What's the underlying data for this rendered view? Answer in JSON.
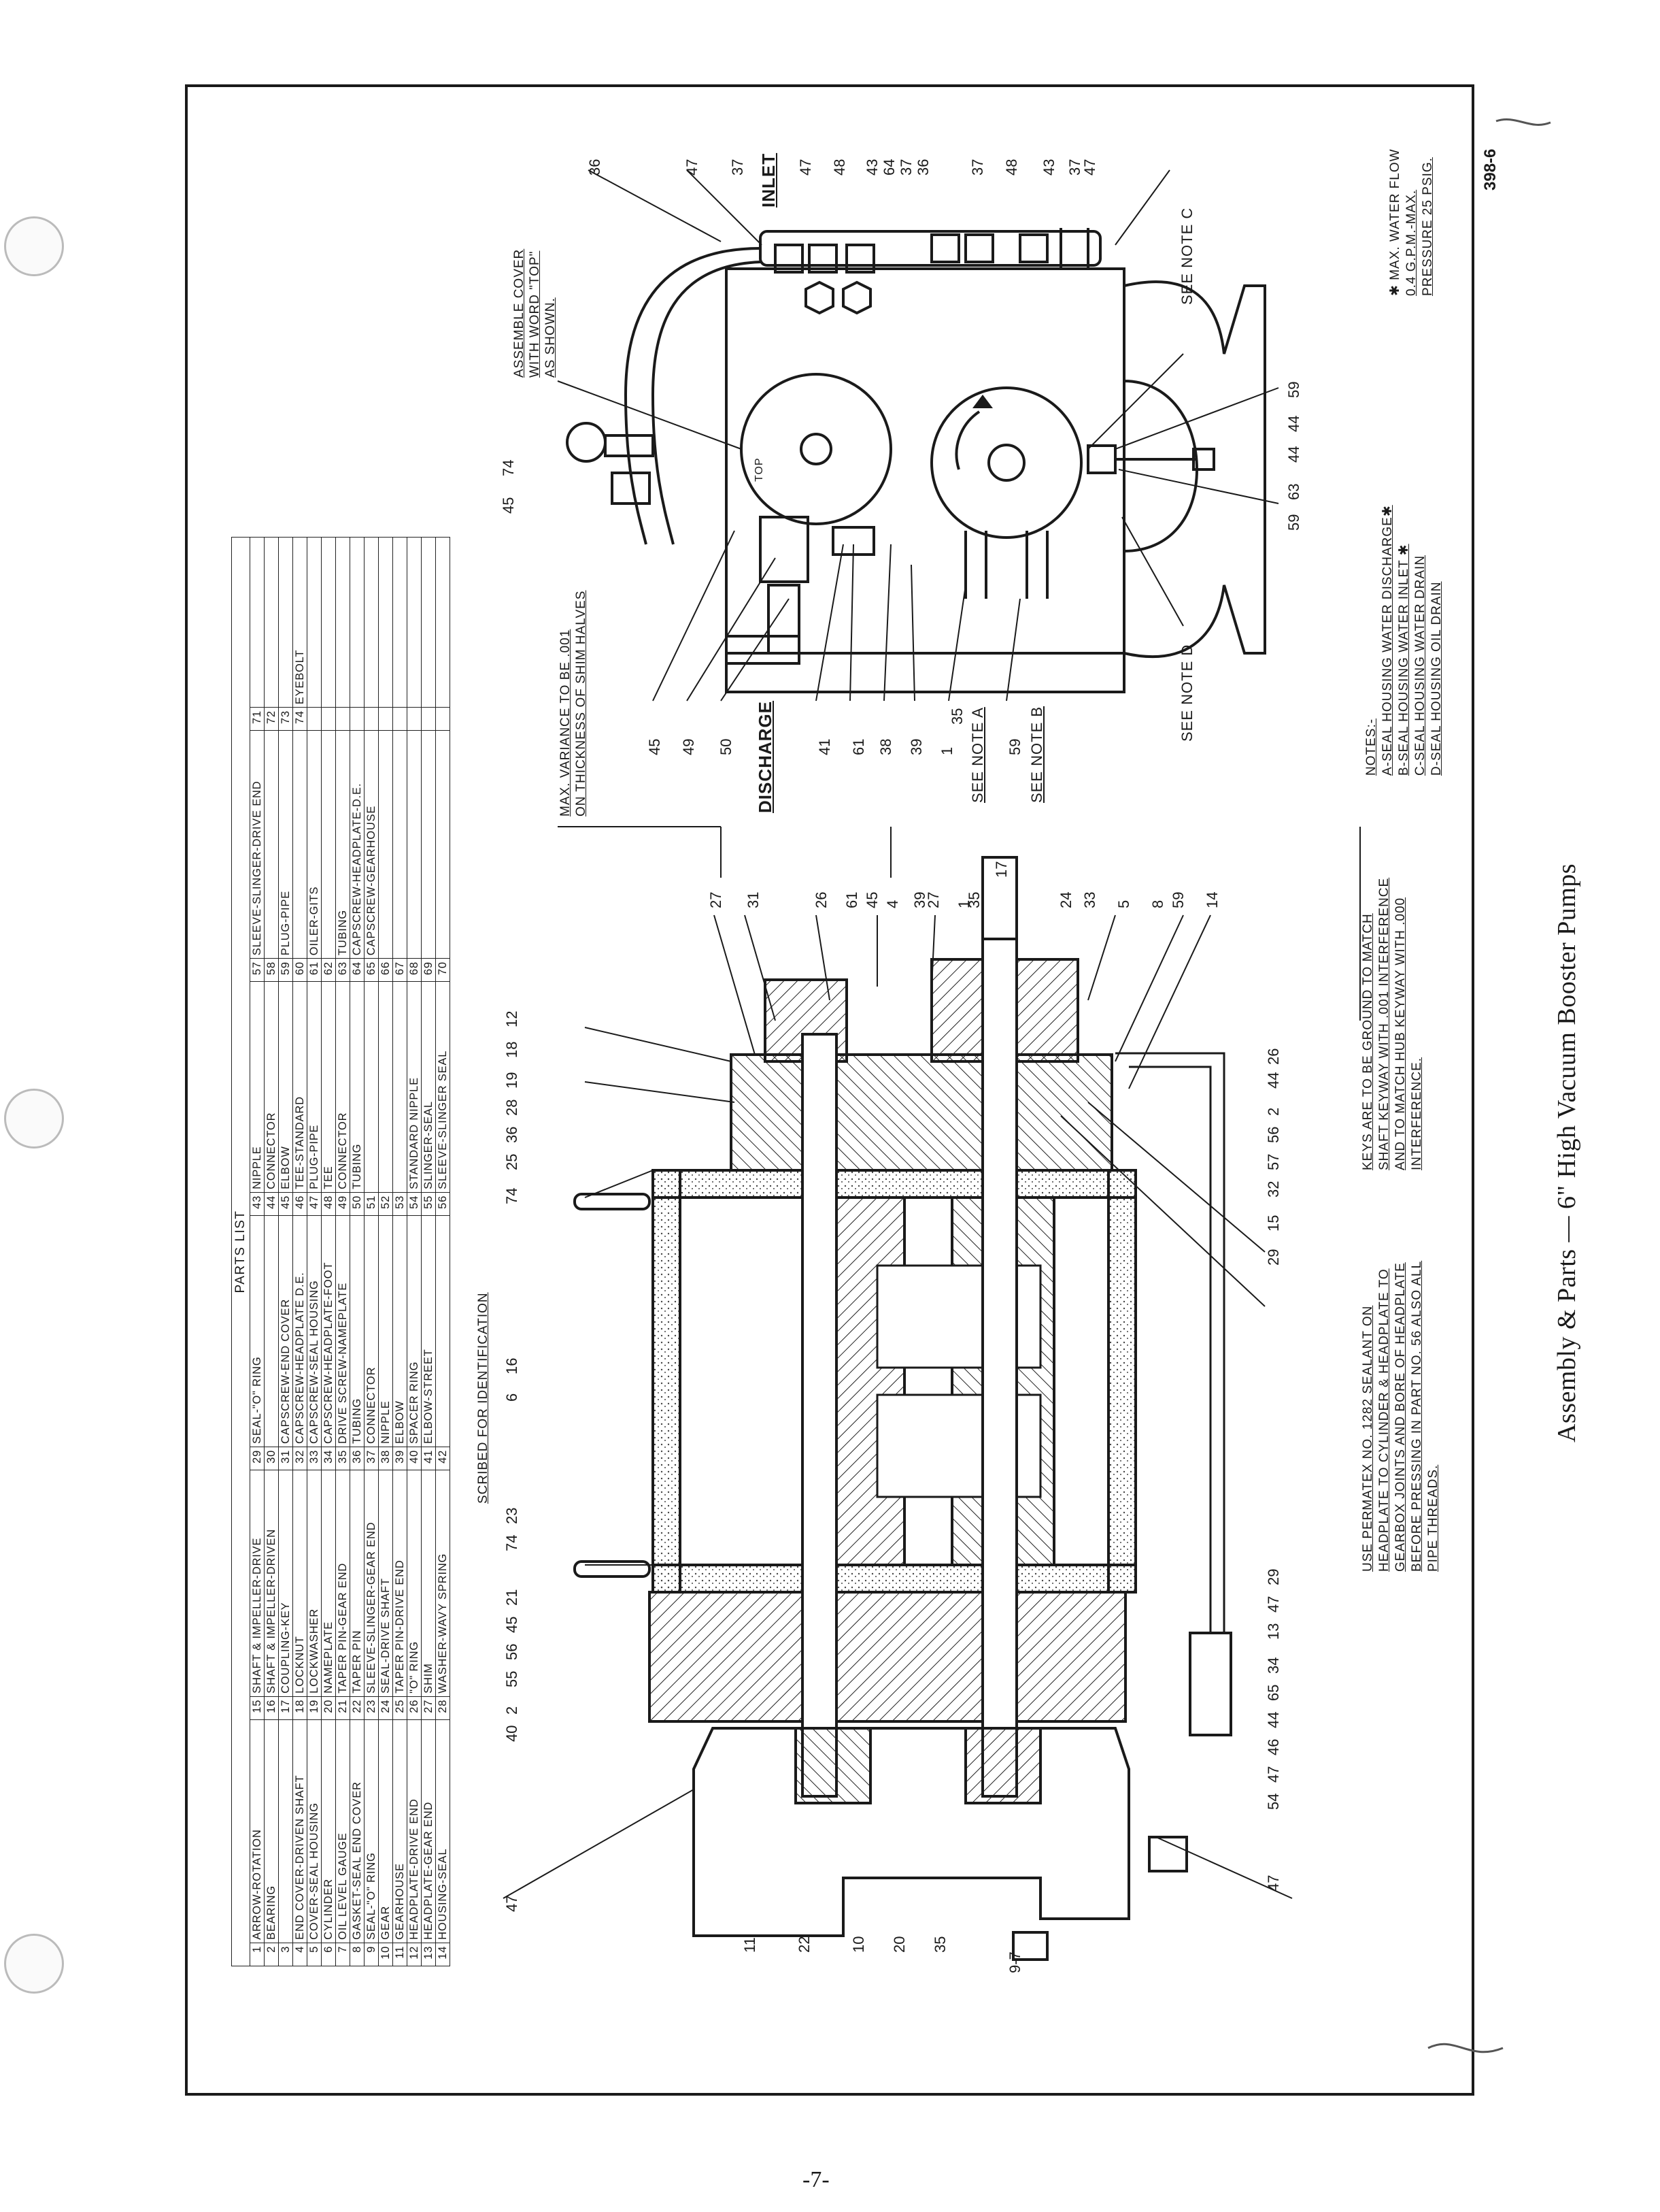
{
  "page_number": "-7-",
  "caption": "Assembly & Parts — 6\" High Vacuum Booster Pumps",
  "drawing_number": "398-6",
  "parts_list": {
    "title": "PARTS LIST",
    "rows": [
      [
        "1",
        "ARROW-ROTATION",
        "15",
        "SHAFT & IMPELLER-DRIVE",
        "29",
        "SEAL-\"O\" RING",
        "43",
        "NIPPLE",
        "57",
        "SLEEVE-SLINGER-DRIVE END",
        "71",
        ""
      ],
      [
        "2",
        "BEARING",
        "16",
        "SHAFT & IMPELLER-DRIVEN",
        "30",
        "",
        "44",
        "CONNECTOR",
        "58",
        "",
        "72",
        ""
      ],
      [
        "3",
        "",
        "17",
        "COUPLING-KEY",
        "31",
        "CAPSCREW-END COVER",
        "45",
        "ELBOW",
        "59",
        "PLUG-PIPE",
        "73",
        ""
      ],
      [
        "4",
        "END COVER-DRIVEN SHAFT",
        "18",
        "LOCKNUT",
        "32",
        "CAPSCREW-HEADPLATE D.E.",
        "46",
        "TEE-STANDARD",
        "60",
        "",
        "74",
        "EYEBOLT"
      ],
      [
        "5",
        "COVER-SEAL HOUSING",
        "19",
        "LOCKWASHER",
        "33",
        "CAPSCREW-SEAL HOUSING",
        "47",
        "PLUG-PIPE",
        "61",
        "OILER-GITS",
        "",
        ""
      ],
      [
        "6",
        "CYLINDER",
        "20",
        "NAMEPLATE",
        "34",
        "CAPSCREW-HEADPLATE-FOOT",
        "48",
        "TEE",
        "62",
        "",
        "",
        ""
      ],
      [
        "7",
        "OIL LEVEL GAUGE",
        "21",
        "TAPER PIN-GEAR END",
        "35",
        "DRIVE SCREW-NAMEPLATE",
        "49",
        "CONNECTOR",
        "63",
        "TUBING",
        "",
        ""
      ],
      [
        "8",
        "GASKET-SEAL END COVER",
        "22",
        "TAPER PIN",
        "36",
        "TUBING",
        "50",
        "TUBING",
        "64",
        "CAPSCREW-HEADPLATE-D.E.",
        "",
        ""
      ],
      [
        "9",
        "SEAL-\"O\" RING",
        "23",
        "SLEEVE-SLINGER-GEAR END",
        "37",
        "CONNECTOR",
        "51",
        "",
        "65",
        "CAPSCREW-GEARHOUSE",
        "",
        ""
      ],
      [
        "10",
        "GEAR",
        "24",
        "SEAL-DRIVE SHAFT",
        "38",
        "NIPPLE",
        "52",
        "",
        "66",
        "",
        "",
        ""
      ],
      [
        "11",
        "GEARHOUSE",
        "25",
        "TAPER PIN-DRIVE END",
        "39",
        "ELBOW",
        "53",
        "",
        "67",
        "",
        "",
        ""
      ],
      [
        "12",
        "HEADPLATE-DRIVE END",
        "26",
        "\"O\" RING",
        "40",
        "SPACER RING",
        "54",
        "STANDARD NIPPLE",
        "68",
        "",
        "",
        ""
      ],
      [
        "13",
        "HEADPLATE-GEAR END",
        "27",
        "SHIM",
        "41",
        "ELBOW-STREET",
        "55",
        "SLINGER-SEAL",
        "69",
        "",
        "",
        ""
      ],
      [
        "14",
        "HOUSING-SEAL",
        "28",
        "WASHER-WAVY SPRING",
        "42",
        "",
        "56",
        "SLEEVE-SLINGER SEAL",
        "70",
        "",
        "",
        ""
      ]
    ]
  },
  "labels": {
    "inlet": "INLET",
    "discharge": "DISCHARGE",
    "assemble_cover": [
      "ASSEMBLE COVER",
      "WITH WORD \"TOP\"",
      "AS SHOWN."
    ],
    "max_variance": [
      "MAX. VARIANCE TO BE .001",
      "ON THICKNESS OF SHIM HALVES"
    ],
    "scribed": "SCRIBED FOR IDENTIFICATION",
    "see_note_a": "SEE NOTE A",
    "see_note_b": "SEE NOTE B",
    "see_note_c": "SEE NOTE C",
    "see_note_d": "SEE NOTE D",
    "top_mark": "TOP",
    "keys_note": [
      "KEYS ARE TO BE GROUND TO MATCH",
      "SHAFT KEYWAY WITH .001 INTERFERENCE",
      "AND TO MATCH HUB KEYWAY WITH .000",
      "INTERFERENCE."
    ],
    "sealant_note": [
      "USE PERMATEX NO. 1282 SEALANT ON",
      "HEADPLATE TO CYLINDER & HEADPLATE TO",
      "GEARBOX JOINTS AND BORE OF HEADPLATE",
      "BEFORE PRESSING IN PART NO. 56 ALSO ALL",
      "PIPE THREADS."
    ],
    "notes_title": "NOTES:-",
    "notes": [
      "A-SEAL HOUSING WATER DISCHARGE✱",
      "B-SEAL HOUSING WATER INLET ✱",
      "C-SEAL HOUSING WATER DRAIN",
      "D-SEAL HOUSING OIL DRAIN"
    ],
    "water_flow": [
      "✱ MAX. WATER FLOW",
      "0.4 G.P.M.-MAX.",
      "PRESSURE 25 PSIG."
    ]
  },
  "callouts_end_view": [
    "36",
    "47",
    "37",
    "47",
    "48",
    "43",
    "64",
    "37",
    "36",
    "37",
    "48",
    "43",
    "37",
    "47",
    "45",
    "74",
    "59",
    "44",
    "44",
    "63",
    "59",
    "45",
    "49",
    "50",
    "41",
    "61",
    "38",
    "39",
    "1",
    "35",
    "59"
  ],
  "callouts_section": [
    "27",
    "31",
    "26",
    "61",
    "45",
    "4",
    "39",
    "27",
    "1",
    "35",
    "17",
    "24",
    "33",
    "5",
    "8",
    "59",
    "14",
    "12",
    "18",
    "19",
    "28",
    "36",
    "25",
    "74",
    "26",
    "44",
    "2",
    "56",
    "57",
    "32",
    "15",
    "29",
    "16",
    "6",
    "23",
    "74",
    "21",
    "45",
    "56",
    "55",
    "2",
    "40",
    "29",
    "47",
    "13",
    "34",
    "65",
    "44",
    "46",
    "47",
    "54",
    "47",
    "11",
    "22",
    "10",
    "20",
    "35",
    "9-7",
    "47"
  ]
}
